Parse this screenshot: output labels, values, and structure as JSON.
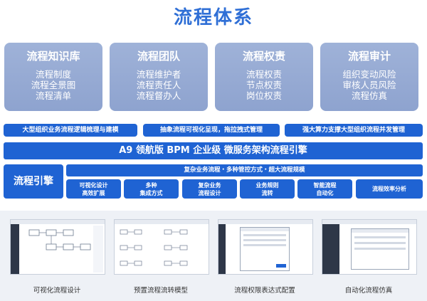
{
  "title": "流程体系",
  "cards": [
    {
      "title": "流程知识库",
      "items": [
        "流程制度",
        "流程全景图",
        "流程清单"
      ]
    },
    {
      "title": "流程团队",
      "items": [
        "流程维护者",
        "流程责任人",
        "流程督办人"
      ]
    },
    {
      "title": "流程权责",
      "items": [
        "流程权责",
        "节点权责",
        "岗位权责"
      ]
    },
    {
      "title": "流程审计",
      "items": [
        "组织变动风险",
        "审核人员风险",
        "流程仿真"
      ]
    }
  ],
  "capabilities": [
    "大型组织业务流程逻辑梳理与建模",
    "抽象流程可视化呈现，拖拉拽式管理",
    "强大算力支撑大型组织流程并发管理"
  ],
  "engine": {
    "main": "A9 领航版 BPM 企业级 微服务架构流程引擎",
    "label": "流程引擎",
    "sub": "复杂业务流程・多种管控方式・超大流程规模",
    "features": [
      "可视化设计\n高效扩展",
      "多种\n集成方式",
      "复杂业务\n流程设计",
      "业务规则\n流转",
      "智能流程\n自动化",
      "流程效率分析"
    ]
  },
  "screenshots": [
    {
      "caption": "可视化流程设计",
      "icon": "flow-designer-screenshot"
    },
    {
      "caption": "预置流程流转模型",
      "icon": "flow-model-screenshot"
    },
    {
      "caption": "流程权限表达式配置",
      "icon": "permission-expression-screenshot"
    },
    {
      "caption": "自动化流程仿真",
      "icon": "simulation-screenshot"
    }
  ],
  "colors": {
    "title": "#2f6fd6",
    "bar": "#1f63d3",
    "card": "#9fb2d8",
    "panel": "#eef1f6"
  }
}
